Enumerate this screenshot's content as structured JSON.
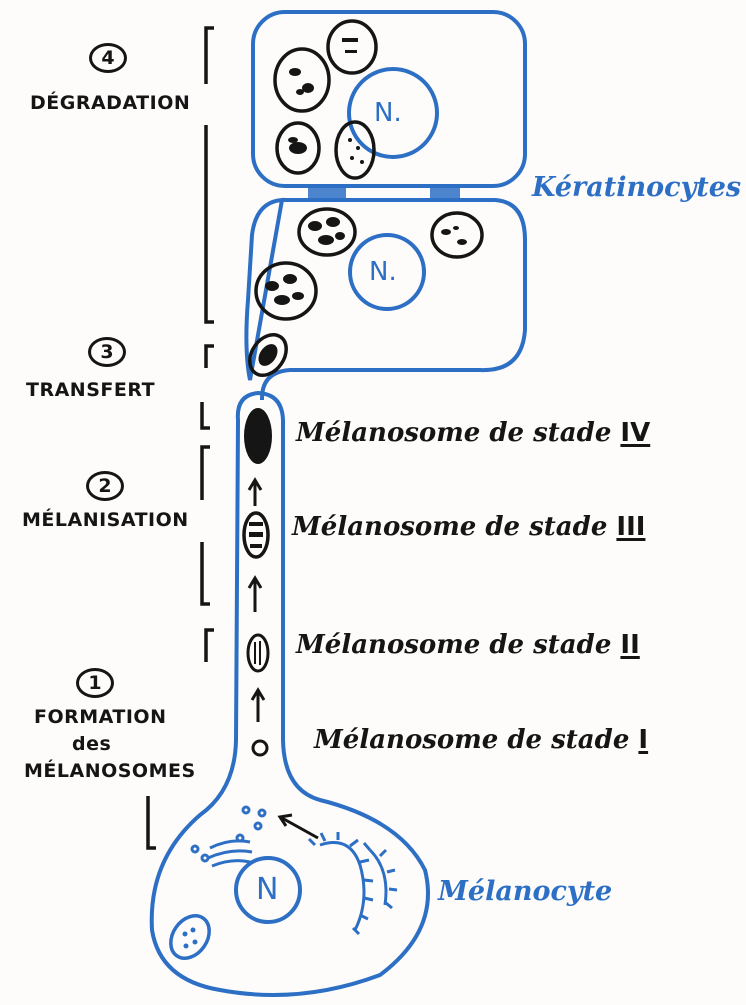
{
  "stages": [
    {
      "number": "4",
      "title": "DÉGRADATION"
    },
    {
      "number": "3",
      "title": "TRANSFERT"
    },
    {
      "number": "2",
      "title": "MÉLANISATION"
    },
    {
      "number": "1",
      "title_lines": [
        "FORMATION",
        "des",
        "MÉLANOSOMES"
      ]
    }
  ],
  "melanosome_stages": [
    {
      "text": "Mélanosome de stade ",
      "roman": "IV"
    },
    {
      "text": "Mélanosome de stade ",
      "roman": "III"
    },
    {
      "text": "Mélanosome de stade ",
      "roman": "II"
    },
    {
      "text": "Mélanosome de stade ",
      "roman": "I"
    }
  ],
  "cells": {
    "keratinocytes": "Kératinocytes",
    "melanocyte": "Mélanocyte",
    "nucleus_short": "N.",
    "nucleus_main": "N"
  },
  "colors": {
    "cell": "#2d6fc4",
    "ink": "#151515",
    "background": "#fdfcfa"
  }
}
